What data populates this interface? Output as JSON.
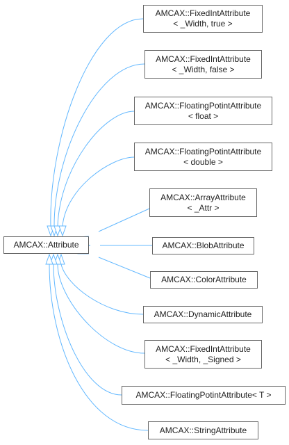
{
  "diagram": {
    "edge_color": "#63b8ff",
    "base": {
      "label": "AMCAX::Attribute"
    },
    "children": [
      {
        "id": "fixedint-width-true",
        "line1": "AMCAX::FixedIntAttribute",
        "line2": "< _Width, true >"
      },
      {
        "id": "fixedint-width-false",
        "line1": "AMCAX::FixedIntAttribute",
        "line2": "< _Width, false >"
      },
      {
        "id": "floating-float",
        "line1": "AMCAX::FloatingPotintAttribute",
        "line2": "< float >"
      },
      {
        "id": "floating-double",
        "line1": "AMCAX::FloatingPotintAttribute",
        "line2": "< double >"
      },
      {
        "id": "array-attr",
        "line1": "AMCAX::ArrayAttribute",
        "line2": "< _Attr >"
      },
      {
        "id": "blob",
        "line1": "AMCAX::BlobAttribute",
        "line2": ""
      },
      {
        "id": "color",
        "line1": "AMCAX::ColorAttribute",
        "line2": ""
      },
      {
        "id": "dynamic",
        "line1": "AMCAX::DynamicAttribute",
        "line2": ""
      },
      {
        "id": "fixedint-width-signed",
        "line1": "AMCAX::FixedIntAttribute",
        "line2": "< _Width, _Signed >"
      },
      {
        "id": "floating-t",
        "line1": "AMCAX::FloatingPotintAttribute< T >",
        "line2": ""
      },
      {
        "id": "string",
        "line1": "AMCAX::StringAttribute",
        "line2": ""
      }
    ]
  }
}
